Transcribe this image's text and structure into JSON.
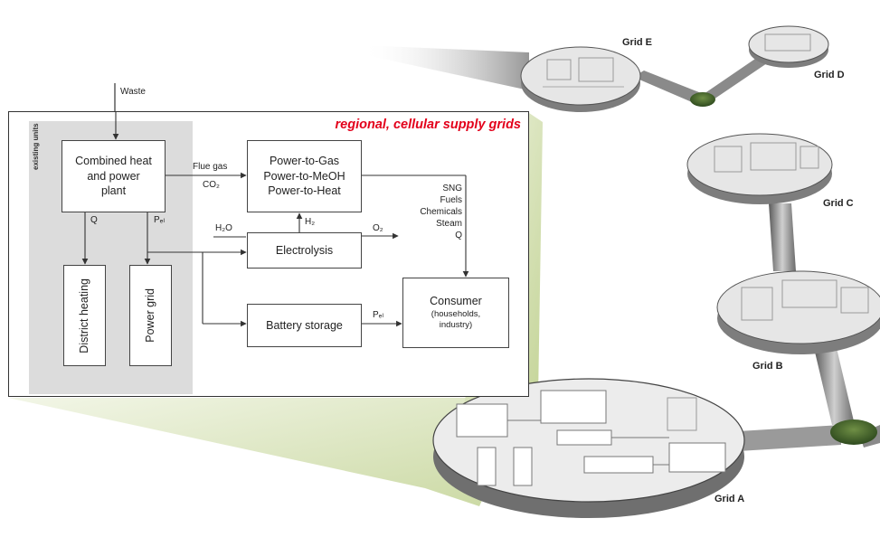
{
  "waste_label": "Waste",
  "inset": {
    "title": "regional, cellular supply grids",
    "existing_units_label": "existing units",
    "chp": {
      "line1": "Combined heat",
      "line2": "and power",
      "line3": "plant"
    },
    "ptx": {
      "line1": "Power-to-Gas",
      "line2": "Power-to-MeOH",
      "line3": "Power-to-Heat"
    },
    "electrolysis": "Electrolysis",
    "battery": "Battery storage",
    "consumer": {
      "line1": "Consumer",
      "line2": "(households,",
      "line3": "industry)"
    },
    "district_heating": "District heating",
    "power_grid": "Power grid",
    "flue_gas": "Flue gas",
    "co2": "CO₂",
    "q_label": "Q",
    "pel_label": "Pₑₗ",
    "h2o": "H₂O",
    "h2": "H₂",
    "o2": "O₂",
    "pel_battery": "Pₑₗ",
    "products": [
      "SNG",
      "Fuels",
      "Chemicals",
      "Steam",
      "Q"
    ]
  },
  "grids": {
    "a": "Grid A",
    "b": "Grid B",
    "c": "Grid C",
    "d": "Grid D",
    "e": "Grid E"
  },
  "colors": {
    "title_red": "#e3001b",
    "hub_green": "#3d5a2a",
    "zoom_green": "#b8cc7f",
    "disc_gray": "#d8d8d8"
  }
}
